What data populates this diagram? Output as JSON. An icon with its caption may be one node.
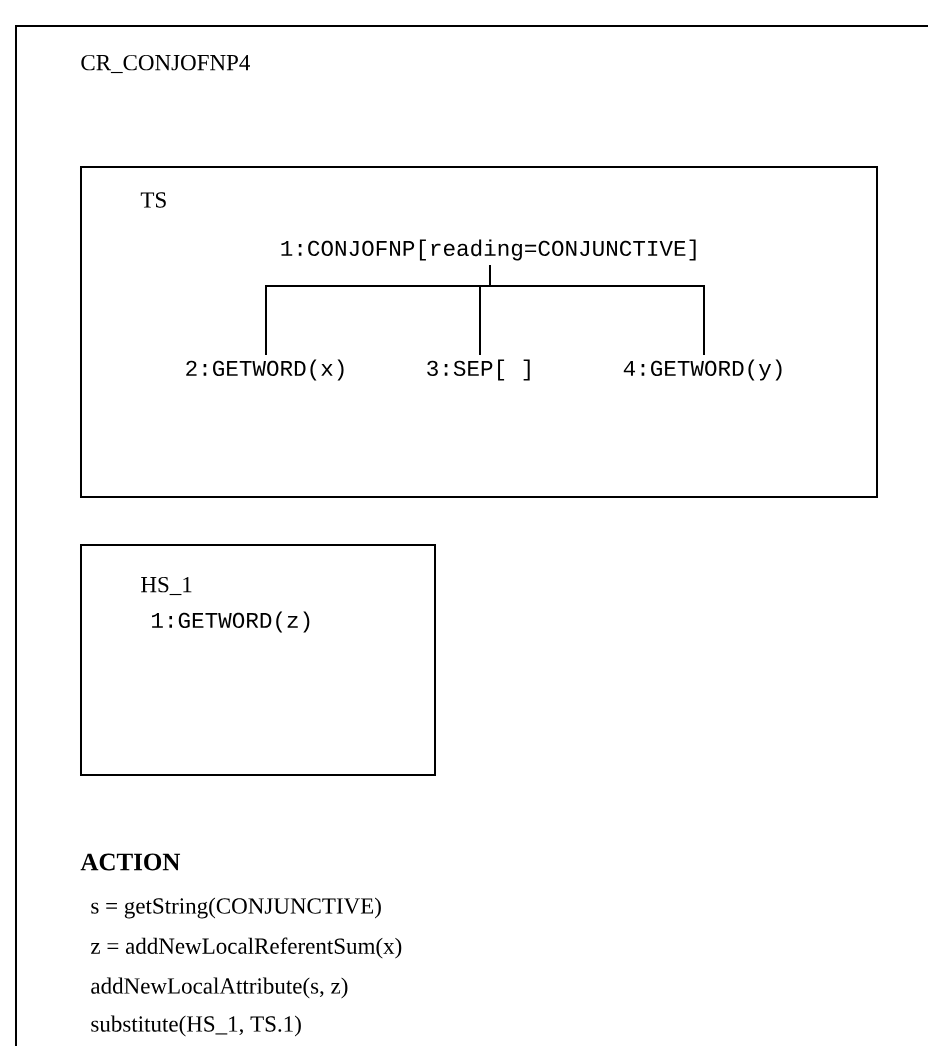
{
  "diagram": {
    "nodes": [
      {
        "text": [
          "CR_CONJOFNP4"
        ]
      },
      {
        "text": [
          "TS"
        ],
        "in": 0
      },
      {
        "text": [
          "1:CONJOFNP[reading=CONJUNCTIVE]"
        ],
        "in": 1
      },
      {
        "text": [
          "2:GETWORD(x)"
        ],
        "in": 1
      },
      {
        "text": [
          "3:SEP[ ]"
        ],
        "in": 1
      },
      {
        "text": [
          "4:GETWORD(y)"
        ],
        "in": 1
      },
      {
        "text": [
          "HS_1",
          "1:GETWORD(z)"
        ],
        "in": 0
      }
    ],
    "edges": [
      {
        "from": 2,
        "to": 3,
        "arrow": "none"
      },
      {
        "from": 2,
        "to": 4,
        "arrow": "none"
      },
      {
        "from": 2,
        "to": 5,
        "arrow": "none"
      }
    ],
    "labels": [
      "ACTION",
      "s = getString(CONJUNCTIVE)",
      "z = addNewLocalReferentSum(x)",
      "addNewLocalAttribute(s, z)",
      "substitute(HS_1, TS.1)"
    ]
  }
}
